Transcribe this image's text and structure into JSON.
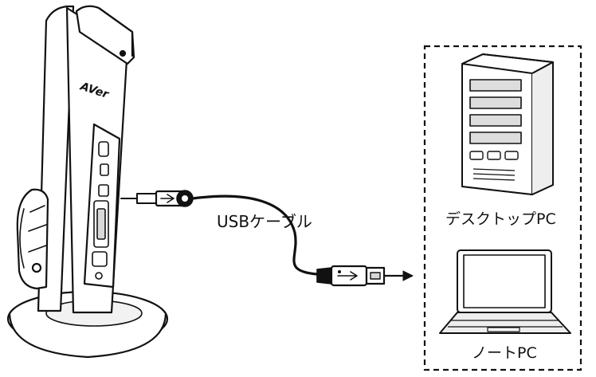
{
  "labels": {
    "cable": "USBケーブル",
    "desktop": "デスクトップPC",
    "laptop": "ノートPC"
  },
  "camera": {
    "logo_text": "AVer"
  },
  "colors": {
    "line": "#111111",
    "fill": "#ffffff",
    "shade": "#d8d8d8"
  }
}
